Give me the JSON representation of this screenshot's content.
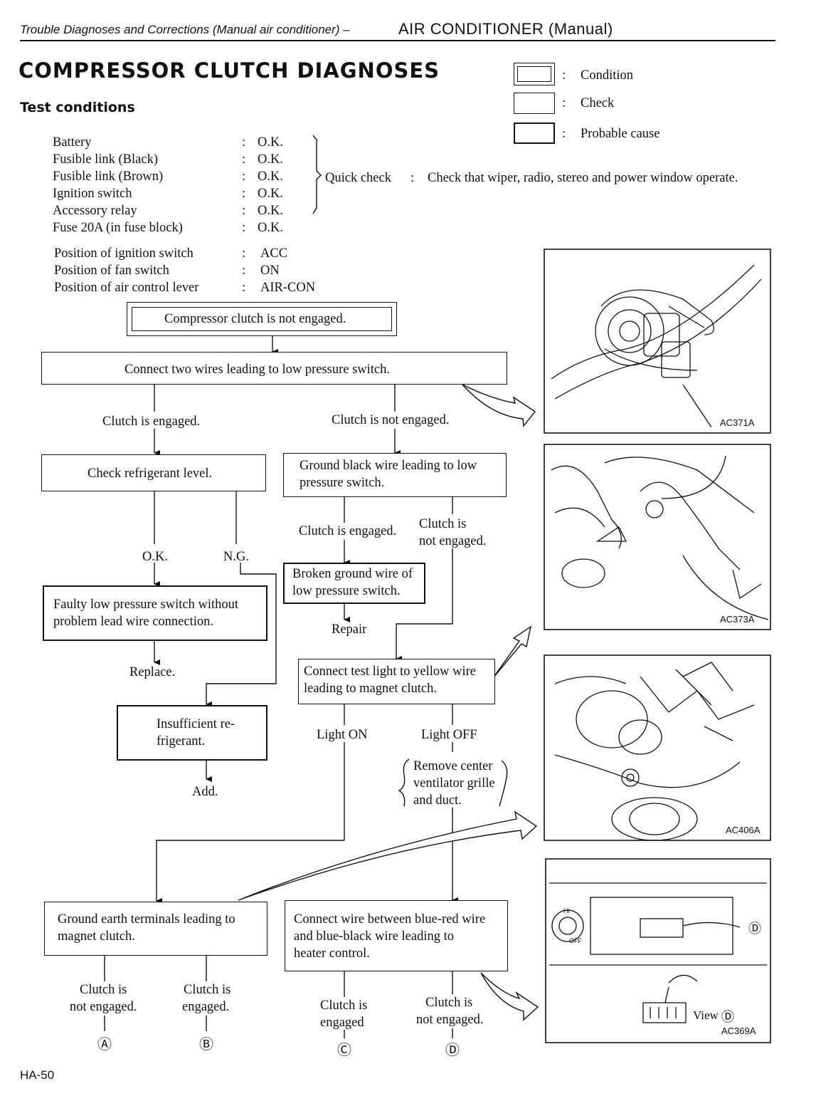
{
  "header": {
    "italic": "Trouble Diagnoses and Corrections (Manual air conditioner) –",
    "section": "AIR CONDITIONER (Manual)"
  },
  "title": "COMPRESSOR CLUTCH DIAGNOSES",
  "legend": [
    {
      "sep": ":",
      "text": "Condition"
    },
    {
      "sep": ":",
      "text": "Check"
    },
    {
      "sep": ":",
      "text": "Probable cause"
    }
  ],
  "test_conditions": {
    "heading": "Test conditions",
    "items": [
      {
        "label": "Battery",
        "value": "O.K."
      },
      {
        "label": "Fusible link (Black)",
        "value": "O.K."
      },
      {
        "label": "Fusible link (Brown)",
        "value": "O.K."
      },
      {
        "label": "Ignition switch",
        "value": "O.K."
      },
      {
        "label": "Accessory relay",
        "value": "O.K."
      },
      {
        "label": "Fuse 20A (in fuse block)",
        "value": "O.K."
      }
    ],
    "quick_check_label": "Quick check",
    "quick_check_text": "Check that wiper, radio, stereo and power window operate.",
    "positions": [
      {
        "label": "Position of ignition switch",
        "value": "ACC"
      },
      {
        "label": "Position of fan switch",
        "value": "ON"
      },
      {
        "label": "Position of air control lever",
        "value": "AIR-CON"
      }
    ]
  },
  "flow": {
    "start": "Compressor clutch is not engaged.",
    "connect_two_wires": "Connect two wires leading to low pressure switch.",
    "clutch_engaged_1": "Clutch is engaged.",
    "clutch_not_engaged_1": "Clutch is not engaged.",
    "check_refrigerant": "Check refrigerant level.",
    "ok": "O.K.",
    "ng": "N.G.",
    "faulty_switch": [
      "Faulty low pressure switch without",
      "problem lead wire connection."
    ],
    "replace": "Replace.",
    "insufficient": [
      "Insufficient re-",
      "frigerant."
    ],
    "add": "Add.",
    "ground_black": [
      "Ground black wire leading to low",
      "pressure switch."
    ],
    "clutch_engaged_2": "Clutch is engaged.",
    "clutch_not_engaged_2": [
      "Clutch is",
      "not engaged."
    ],
    "broken_ground": [
      "Broken ground wire of",
      "low pressure switch."
    ],
    "repair": "Repair",
    "connect_test_light": [
      "Connect test light to yellow wire",
      "leading to magnet clutch."
    ],
    "light_on": "Light ON",
    "light_off": "Light OFF",
    "remove_center": [
      "Remove center",
      "ventilator grille",
      "and duct."
    ],
    "ground_earth": [
      "Ground earth terminals leading to",
      "magnet clutch."
    ],
    "ge_not_engaged": [
      "Clutch is",
      "not engaged."
    ],
    "ge_engaged": [
      "Clutch is",
      "engaged."
    ],
    "connect_wire": [
      "Connect wire between blue-red wire",
      "and blue-black wire leading to",
      "heater control."
    ],
    "cw_engaged": [
      "Clutch is",
      "engaged"
    ],
    "cw_not_engaged": [
      "Clutch is",
      "not engaged."
    ],
    "markers": [
      "Ⓐ",
      "Ⓑ",
      "Ⓒ",
      "Ⓓ"
    ]
  },
  "figures": [
    {
      "code": "AC371A"
    },
    {
      "code": "AC373A"
    },
    {
      "code": "AC406A"
    },
    {
      "code": "AC369A",
      "hi": "HI",
      "off": "OFF",
      "view": "View",
      "view_marker": "Ⓓ"
    }
  ],
  "page_number": "HA-50"
}
